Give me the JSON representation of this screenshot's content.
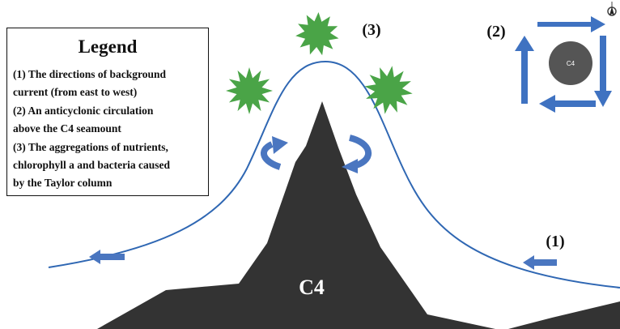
{
  "labels": {
    "mountain": "C4",
    "mini_seamount": "C4",
    "marker_1": "(1)",
    "marker_2": "(2)",
    "marker_3": "(3)"
  },
  "legend": {
    "title": "Legend",
    "lines": [
      "(1) The directions of background",
      "current (from east to west)",
      "(2) An anticyclonic circulation",
      "above the C4 seamount",
      "(3) The aggregations of nutrients,",
      "chlorophyll a and bacteria caused",
      "by the Taylor column"
    ]
  },
  "colors": {
    "seamount": "#333333",
    "current_line": "#2f67b3",
    "arrows": "#4a76c0",
    "box_arrows": "#3f72c1",
    "starbursts": "#4aa447",
    "background": "#ffffff"
  },
  "icons": [
    "compass-icon",
    "starburst-icon",
    "arrow-left-icon",
    "circulation-arrow-icon"
  ]
}
